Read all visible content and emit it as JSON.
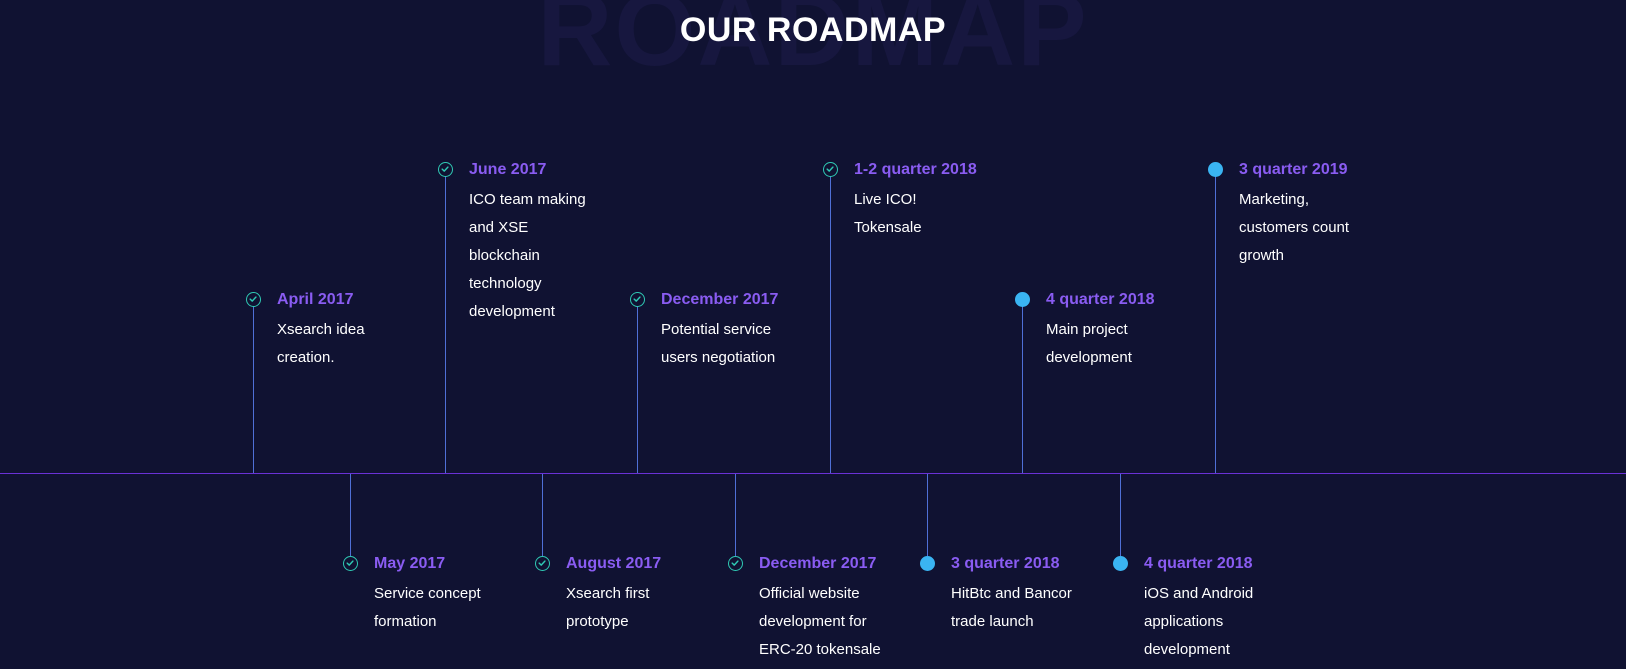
{
  "header": {
    "background_word": "ROADMAP",
    "title": "OUR ROADMAP"
  },
  "colors": {
    "background": "#101232",
    "accent_purple": "#8a5cf2",
    "axis_line": "#6a31d6",
    "check_ring": "#2fc9b4",
    "pending_dot": "#3ab4f2"
  },
  "milestones": [
    {
      "date": "April 2017",
      "lines": [
        "Xsearch idea",
        "creation."
      ],
      "status": "done",
      "icon": "check-circle-icon"
    },
    {
      "date": "May 2017",
      "lines": [
        "Service concept",
        "formation"
      ],
      "status": "done",
      "icon": "check-circle-icon"
    },
    {
      "date": "June 2017",
      "lines": [
        "ICO team making",
        "and XSE",
        "blockchain",
        "technology",
        "development"
      ],
      "status": "done",
      "icon": "check-circle-icon"
    },
    {
      "date": "August 2017",
      "lines": [
        "Xsearch first",
        "prototype"
      ],
      "status": "done",
      "icon": "check-circle-icon"
    },
    {
      "date": "December 2017",
      "lines": [
        "Potential service",
        "users negotiation"
      ],
      "status": "done",
      "icon": "check-circle-icon"
    },
    {
      "date": "December 2017",
      "lines": [
        "Official website",
        "development for",
        "ERC-20 tokensale"
      ],
      "status": "done",
      "icon": "check-circle-icon"
    },
    {
      "date": "1-2 quarter 2018",
      "lines": [
        "Live ICO!",
        "Tokensale"
      ],
      "status": "done",
      "icon": "check-circle-icon"
    },
    {
      "date": "3 quarter 2018",
      "lines": [
        "HitBtc and Bancor",
        "trade launch"
      ],
      "status": "planned",
      "icon": "filled-dot-icon"
    },
    {
      "date": "4 quarter 2018",
      "lines": [
        "Main project",
        "development"
      ],
      "status": "planned",
      "icon": "filled-dot-icon"
    },
    {
      "date": "4 quarter 2018",
      "lines": [
        "iOS and Android",
        "applications",
        "development"
      ],
      "status": "planned",
      "icon": "filled-dot-icon"
    },
    {
      "date": "3 quarter 2019",
      "lines": [
        "Marketing,",
        "customers count",
        "growth"
      ],
      "status": "planned",
      "icon": "filled-dot-icon"
    }
  ]
}
